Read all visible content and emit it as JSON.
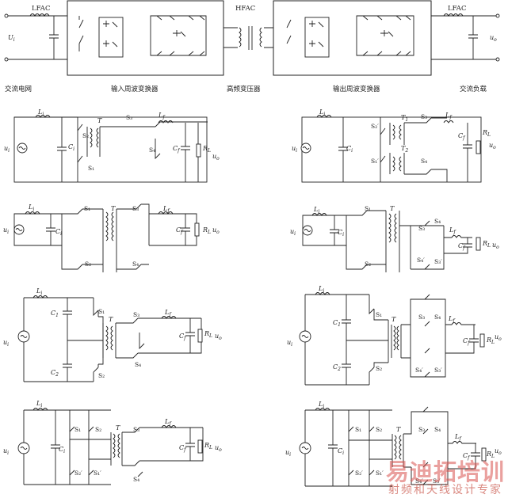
{
  "block_diagram": {
    "lfac_in": "LFAC",
    "hfac": "HFAC",
    "lfac_out": "LFAC",
    "u_in": "U",
    "u_in_sub": "i",
    "u_out": "u",
    "u_out_sub": "o",
    "captions": [
      "交流电网",
      "输入周波变换器",
      "高频变压器",
      "输出周波变换器",
      "交流负载"
    ]
  },
  "symbols": {
    "ui": "u",
    "ui_sub": "i",
    "uo": "u",
    "uo_sub": "o",
    "Li": "L",
    "Li_sub": "i",
    "Lf": "L",
    "Lf_sub": "f",
    "Ci": "C",
    "Ci_sub": "i",
    "Cf": "C",
    "Cf_sub": "f",
    "RL": "R",
    "RL_sub": "L",
    "C1": "C",
    "C1_sub": "1",
    "C2": "C",
    "C2_sub": "2",
    "T": "T",
    "T1": "T",
    "T1_sub": "1",
    "T2": "T",
    "T2_sub": "2",
    "S1": "S₁",
    "S2": "S₂",
    "S3": "S₃",
    "S4": "S₄",
    "S1p": "S₁′",
    "S2p": "S₂′",
    "S3p": "S₃′",
    "S4p": "S₄′"
  },
  "watermark": {
    "main": "易迪拓培训",
    "sub": "射频和天线设计专家",
    "color": "#d9534f"
  }
}
